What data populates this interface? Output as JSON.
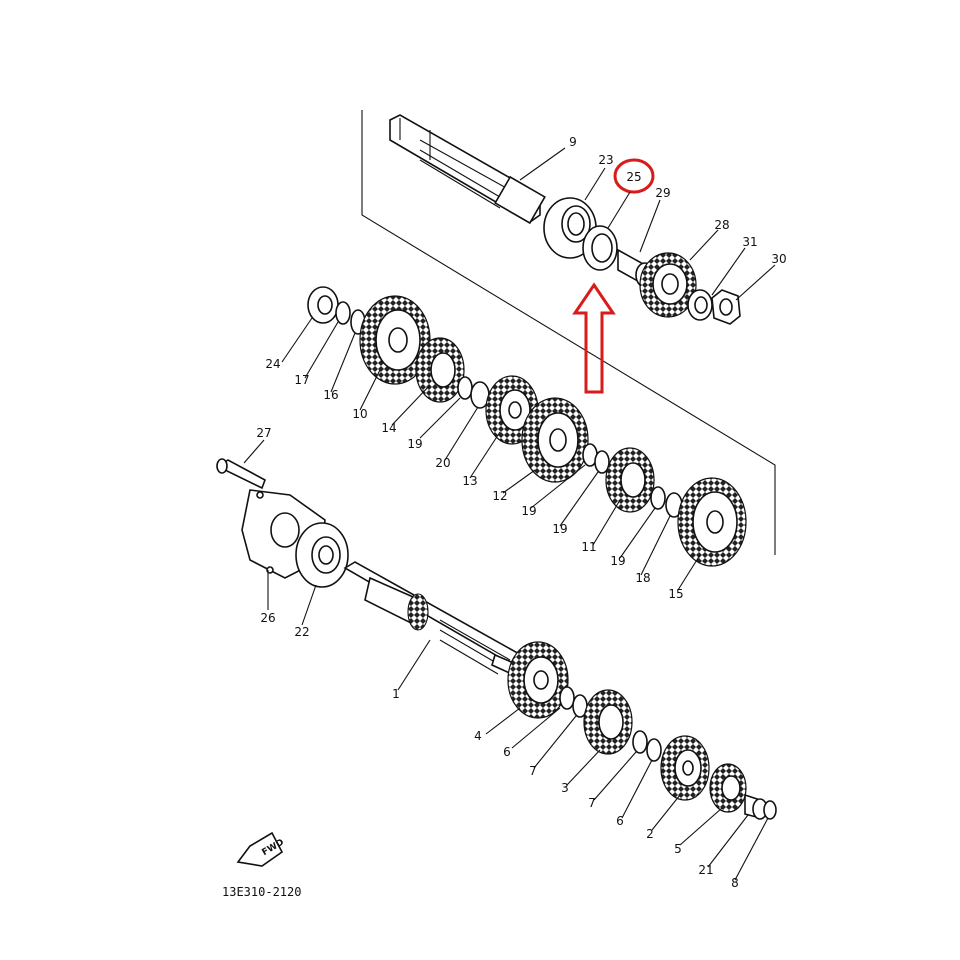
{
  "diagram": {
    "part_number": "13E310-2120",
    "fwd_label": "FWD",
    "highlighted_part": "25",
    "highlight_color": "#d81b1b",
    "callouts": {
      "c1": "1",
      "c2": "2",
      "c3": "3",
      "c4": "4",
      "c5": "5",
      "c6a": "6",
      "c6b": "6",
      "c7a": "7",
      "c7b": "7",
      "c8": "8",
      "c9": "9",
      "c10": "10",
      "c11": "11",
      "c12": "12",
      "c13": "13",
      "c14": "14",
      "c15": "15",
      "c16": "16",
      "c17": "17",
      "c18": "18",
      "c19a": "19",
      "c19b": "19",
      "c19c": "19",
      "c19d": "19",
      "c20": "20",
      "c21": "21",
      "c22": "22",
      "c23": "23",
      "c24": "24",
      "c25": "25",
      "c26": "26",
      "c27": "27",
      "c28": "28",
      "c29": "29",
      "c30": "30",
      "c31": "31"
    }
  }
}
